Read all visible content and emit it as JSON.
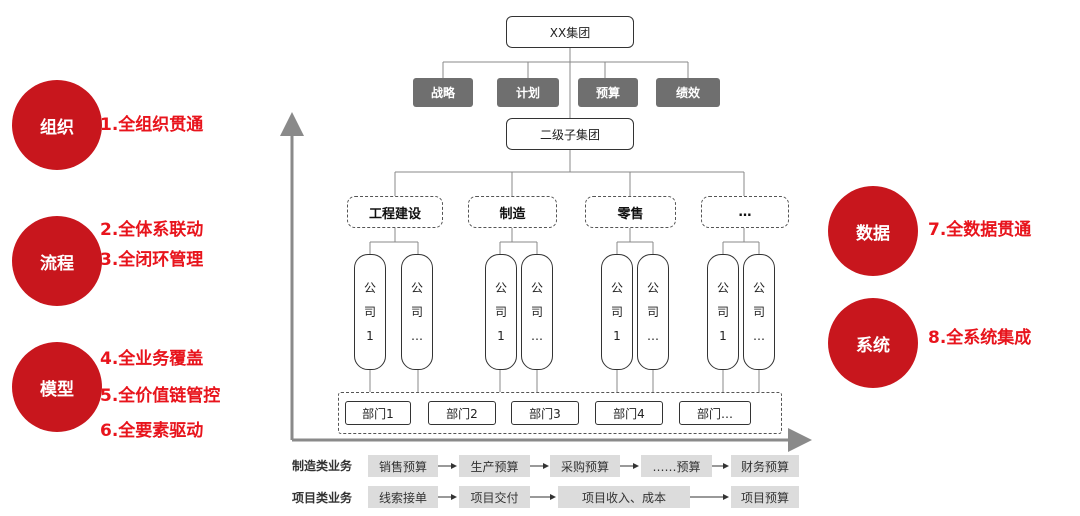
{
  "left": {
    "org": {
      "title": "组织",
      "items": [
        "1.全组织贯通"
      ]
    },
    "process": {
      "title": "流程",
      "items": [
        "2.全体系联动",
        "3.全闭环管理"
      ]
    },
    "model": {
      "title": "模型",
      "items": [
        "4.全业务覆盖",
        "5.全价值链管控",
        "6.全要素驱动"
      ]
    }
  },
  "right": {
    "data": {
      "title": "数据",
      "items": [
        "7.全数据贯通"
      ]
    },
    "system": {
      "title": "系统",
      "items": [
        "8.全系统集成"
      ]
    }
  },
  "diagram": {
    "top": "XX集团",
    "functions": [
      "战略",
      "计划",
      "预算",
      "绩效"
    ],
    "second": "二级子集团",
    "segments": [
      "工程建设",
      "制造",
      "零售",
      "…"
    ],
    "companies": [
      {
        "a": [
          "公",
          "司",
          "1"
        ],
        "b": [
          "公",
          "司",
          "…"
        ]
      },
      {
        "a": [
          "公",
          "司",
          "1"
        ],
        "b": [
          "公",
          "司",
          "…"
        ]
      },
      {
        "a": [
          "公",
          "司",
          "1"
        ],
        "b": [
          "公",
          "司",
          "…"
        ]
      },
      {
        "a": [
          "公",
          "司",
          "1"
        ],
        "b": [
          "公",
          "司",
          "…"
        ]
      }
    ],
    "departments": [
      "部门1",
      "部门2",
      "部门3",
      "部门4",
      "部门…"
    ]
  },
  "flows": {
    "manufacturing": {
      "label": "制造类业务",
      "steps": [
        "销售预算",
        "生产预算",
        "采购预算",
        "……预算",
        "财务预算"
      ]
    },
    "project": {
      "label": "项目类业务",
      "steps": [
        "线索接单",
        "项目交付",
        "项目收入、成本",
        "项目预算"
      ]
    }
  },
  "colors": {
    "accent": "#c8161d",
    "accent_text": "#e8141c",
    "function_box": "#6f6f6f",
    "flow_box": "#dcdcdc"
  }
}
